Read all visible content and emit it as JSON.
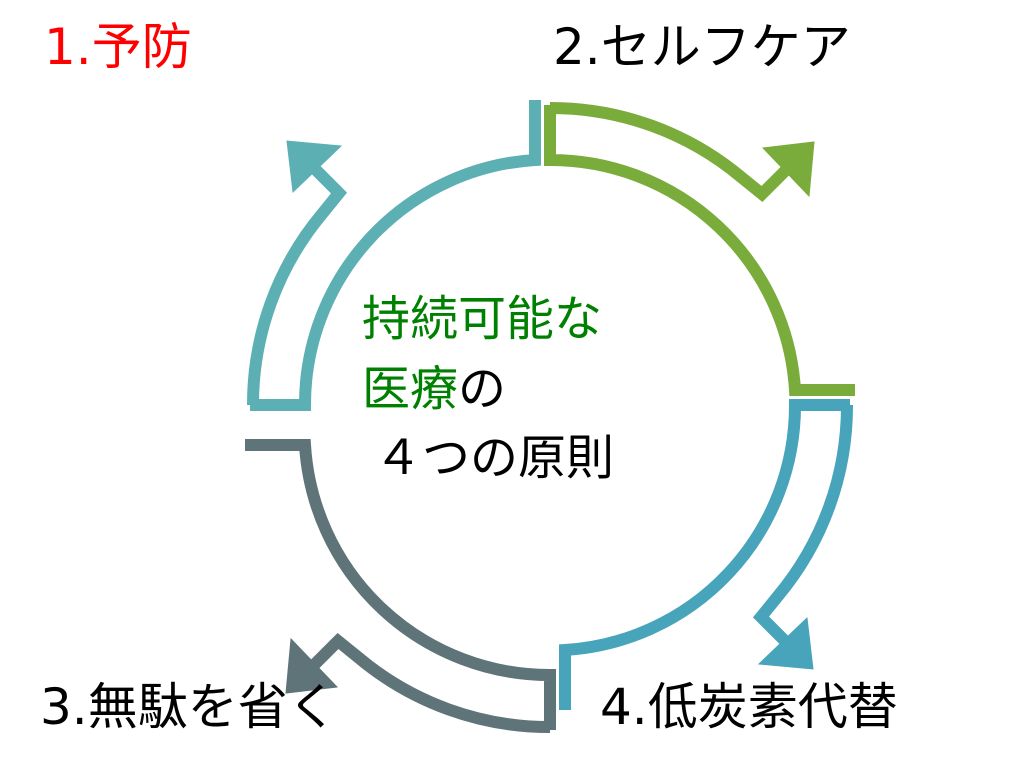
{
  "principles": [
    {
      "label": "1.予防",
      "color": "#ff0000"
    },
    {
      "label": "2.セルフケア",
      "color": "#000000"
    },
    {
      "label": "3.無駄を省く",
      "color": "#000000"
    },
    {
      "label": "4.低炭素代替",
      "color": "#000000"
    }
  ],
  "center": {
    "line1": "持続可能な",
    "line2_green": "医療",
    "line2_black": "の",
    "line3": "４つの原則"
  },
  "colors": {
    "green_arrow": "#7aac3c",
    "blue_arrow": "#47a4ba",
    "gray_arrow": "#5f7478",
    "teal_arrow": "#5cb0b4",
    "title_green": "#008000"
  }
}
